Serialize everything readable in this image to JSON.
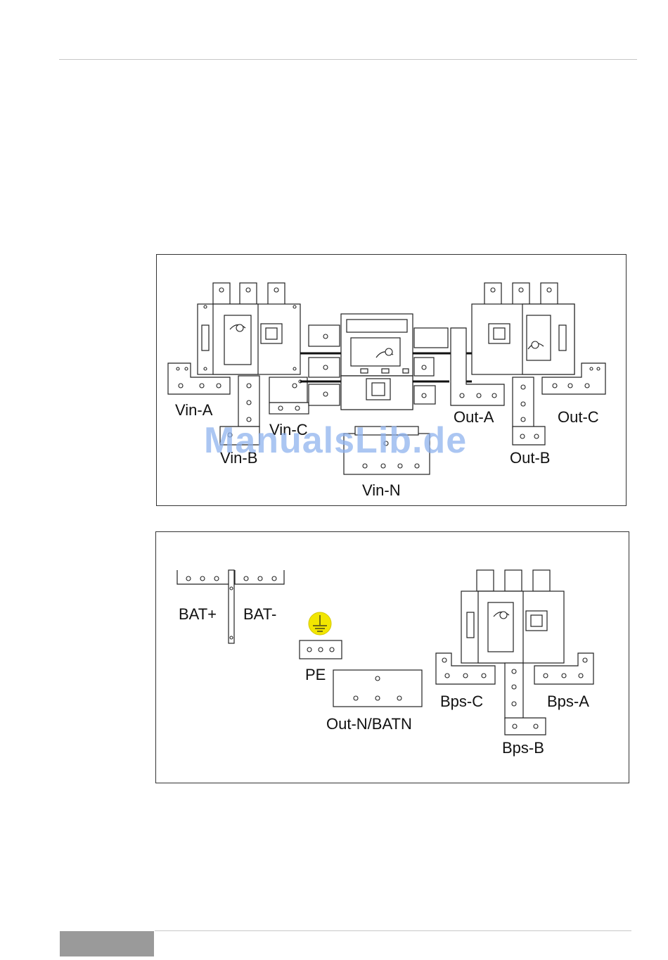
{
  "figure_top": {
    "labels": {
      "vin_a": "Vin-A",
      "vin_b": "Vin-B",
      "vin_c": "Vin-C",
      "vin_n": "Vin-N",
      "out_a": "Out-A",
      "out_b": "Out-B",
      "out_c": "Out-C"
    }
  },
  "figure_bottom": {
    "labels": {
      "bat_plus": "BAT+",
      "bat_minus": "BAT-",
      "pe": "PE",
      "out_n_batn": "Out-N/BATN",
      "bps_a": "Bps-A",
      "bps_b": "Bps-B",
      "bps_c": "Bps-C"
    },
    "ground_symbol_color": "#f2e600"
  },
  "watermark": "ManualsLib.de"
}
